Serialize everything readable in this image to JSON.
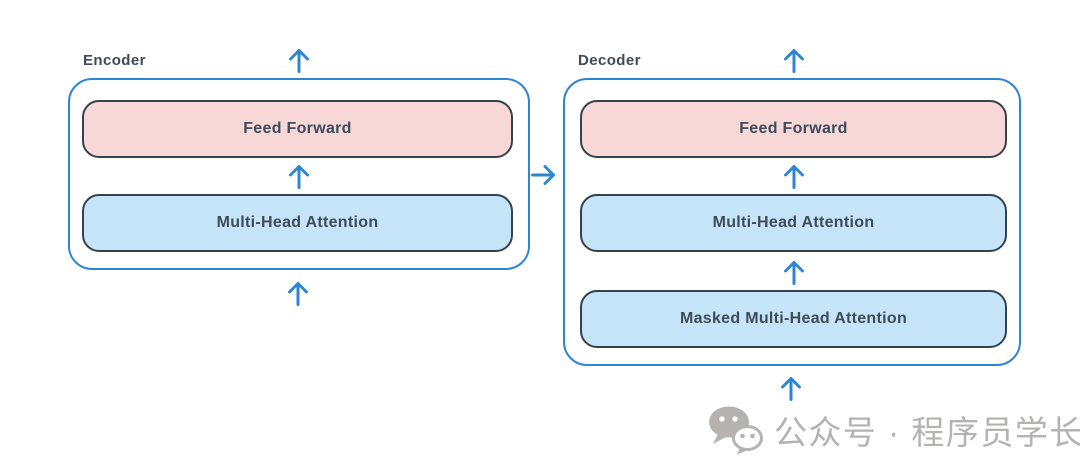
{
  "diagram": {
    "title_implicit": "Transformer encoder-decoder stack",
    "encoder": {
      "label": "Encoder",
      "blocks": [
        {
          "label": "Feed Forward",
          "fill": "#f7d8d6"
        },
        {
          "label": "Multi-Head Attention",
          "fill": "#c6e4f8"
        }
      ]
    },
    "decoder": {
      "label": "Decoder",
      "blocks": [
        {
          "label": "Feed Forward",
          "fill": "#f7d8d6"
        },
        {
          "label": "Multi-Head Attention",
          "fill": "#c6e4f8"
        },
        {
          "label": "Masked Multi-Head Attention",
          "fill": "#c6e4f8"
        }
      ]
    },
    "arrows": {
      "color": "#2e86d3",
      "up_arrow_count": 7,
      "right_arrow_count": 1,
      "right_arrow_meaning": "encoder output feeds decoder"
    },
    "colors": {
      "container_border_blue": "#2e86d3",
      "block_border_dark": "#35414f",
      "feed_forward_fill": "#f7d8d6",
      "attention_fill": "#c6e4f8",
      "label_text": "#3c4c5a",
      "background": "#ffffff",
      "watermark_gray": "#b5b2b2"
    }
  },
  "watermark": {
    "icon": "wechat-icon",
    "text": "公众号 · 程序员学长"
  }
}
